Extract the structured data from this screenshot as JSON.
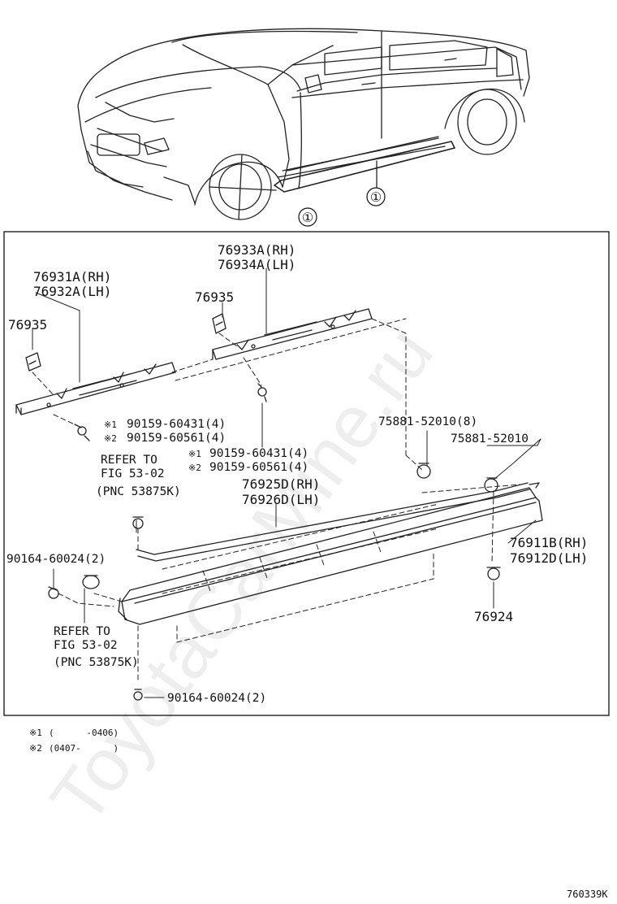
{
  "callout_marker": "①",
  "main_frame": {
    "labels": {
      "p76933": "76933A(RH)",
      "p76934": "76934A(LH)",
      "p76931": "76931A(RH)",
      "p76932": "76932A(LH)",
      "p76935_left": "76935",
      "p76935_right": "76935",
      "bolt_left_1": "90159-60431(4)",
      "bolt_left_2": "90159-60561(4)",
      "bolt_right_1": "90159-60431(4)",
      "bolt_right_2": "90159-60561(4)",
      "mark1": "※1",
      "mark2": "※2",
      "clip_75881_8": "75881-52010(8)",
      "clip_75881": "75881-52010",
      "refer_top_1": "REFER TO",
      "refer_top_2": "FIG 53-02",
      "refer_top_3": "(PNC 53875K)",
      "p76925": "76925D(RH)",
      "p76926": "76926D(LH)",
      "p76911": "76911B(RH)",
      "p76912": "76912D(LH)",
      "screw_top": "90164-60024(2)",
      "p76924": "76924",
      "refer_bot_1": "REFER TO",
      "refer_bot_2": "FIG 53-02",
      "refer_bot_3": "(PNC 53875K)",
      "screw_bottom": "90164-60024(2)"
    }
  },
  "footnotes": [
    {
      "mark": "※1",
      "text": "(      -0406)"
    },
    {
      "mark": "※2",
      "text": "(0407-      )"
    }
  ],
  "watermark": "ToyotaCarMine.ru",
  "figure_code": "760339K"
}
